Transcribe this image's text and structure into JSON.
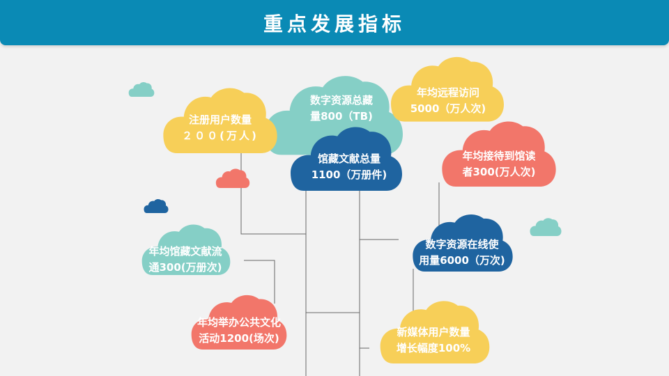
{
  "header": {
    "title": "重点发展指标"
  },
  "colors": {
    "header": "#0a8ab5",
    "yellow": "#f7cf58",
    "teal": "#85cfc6",
    "blue": "#1f64a0",
    "coral": "#f2766a",
    "line": "#666666"
  },
  "clouds": [
    {
      "id": "registered-users",
      "lines": [
        "注册用户数量",
        "２００(万人)"
      ],
      "color": "yellow"
    },
    {
      "id": "digital-resources-total",
      "lines": [
        "数字资源总藏",
        "量800（TB)"
      ],
      "color": "teal"
    },
    {
      "id": "remote-visits",
      "lines": [
        "年均远程访问",
        "5000（万人次)"
      ],
      "color": "yellow"
    },
    {
      "id": "collection-total",
      "lines": [
        "馆藏文献总量",
        "1100（万册件)"
      ],
      "color": "blue"
    },
    {
      "id": "onsite-visitors",
      "lines": [
        "年均接待到馆读",
        "者300(万人次)"
      ],
      "color": "coral"
    },
    {
      "id": "digital-online-use",
      "lines": [
        "数字资源在线使",
        "用量6000（万次)"
      ],
      "color": "blue"
    },
    {
      "id": "collection-circulation",
      "lines": [
        "年均馆藏文献流",
        "通300(万册次)"
      ],
      "color": "teal"
    },
    {
      "id": "public-events",
      "lines": [
        "年均举办公共文化",
        "活动1200(场次)"
      ],
      "color": "coral"
    },
    {
      "id": "new-media-growth",
      "lines": [
        "新媒体用户数量",
        "增长幅度100%"
      ],
      "color": "yellow"
    }
  ]
}
